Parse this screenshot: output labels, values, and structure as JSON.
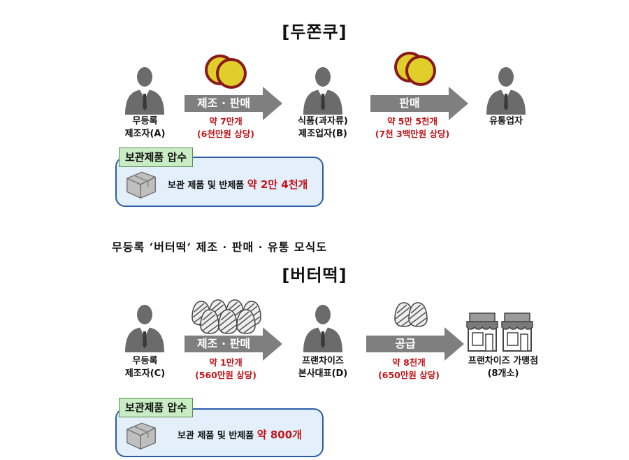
{
  "section1": {
    "title": "[두쫀쿠]",
    "actor_a_line1": "무등록",
    "actor_a_line2": "제조자(A)",
    "arrow1_label": "제조 · 판매",
    "arrow1_qty_line1": "약 7만개",
    "arrow1_qty_line2": "(6천만원 상당)",
    "actor_b_line1": "식품(과자류)",
    "actor_b_line2": "제조업자(B)",
    "arrow2_label": "판매",
    "arrow2_qty_line1": "약 5만 5천개",
    "arrow2_qty_line2": "(7천 3백만원 상당)",
    "actor_c_label": "유통업자",
    "seized_tag": "보관제품 압수",
    "seized_text_prefix": "보관 제품 및 반제품 ",
    "seized_text_amount": "약 2만 4천개"
  },
  "caption": "무등록 ‘버터떡’ 제조 · 판매 · 유통 모식도",
  "section2": {
    "title": "[버터떡]",
    "actor_a_line1": "무등록",
    "actor_a_line2": "제조자(C)",
    "arrow1_label": "제조 · 판매",
    "arrow1_qty_line1": "약 1만개",
    "arrow1_qty_line2": "(560만원 상당)",
    "actor_b_line1": "프랜차이즈",
    "actor_b_line2": "본사대표(D)",
    "arrow2_label": "공급",
    "arrow2_qty_line1": "약 8천개",
    "arrow2_qty_line2": "(650만원 상당)",
    "actor_c_line1": "프랜차이즈 가맹점",
    "actor_c_line2": "(8개소)",
    "seized_tag": "보관제품 압수",
    "seized_text_prefix": "보관 제품 및 반제품 ",
    "seized_text_amount": "약 800개"
  },
  "colors": {
    "arrow": "#7f7f7f",
    "qty_red": "#c0161b",
    "box_border": "#2c5da8",
    "box_fill": "#e3f0fb",
    "tag_fill": "#c9ecc4",
    "coin_fill": "#e0cf2a",
    "coin_rim": "#8a1a1a"
  },
  "icons": [
    "person-icon",
    "coin-icon",
    "butter-rice-cake-icon",
    "box-icon",
    "storefront-icon"
  ]
}
